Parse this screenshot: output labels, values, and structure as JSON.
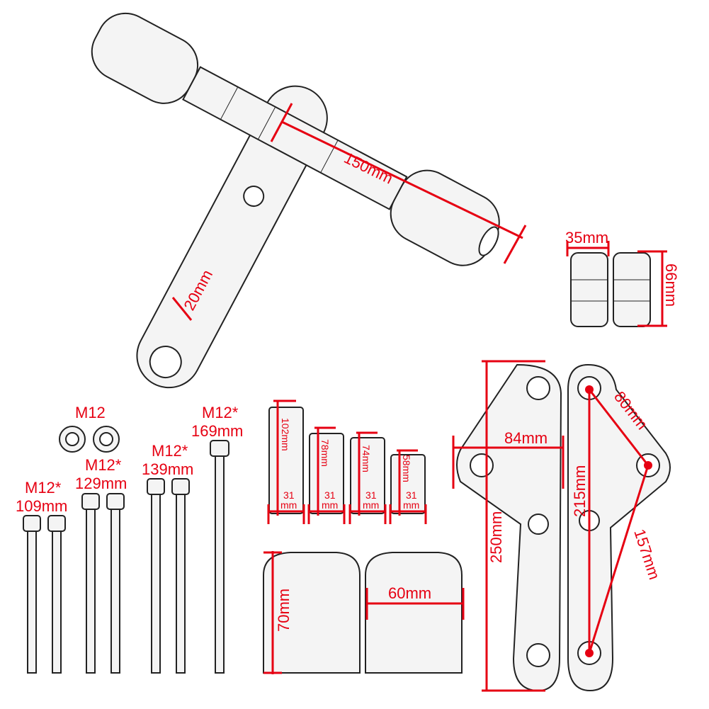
{
  "colors": {
    "dimension": "#e60012",
    "outline": "#222222",
    "fill": "#f4f4f4"
  },
  "main_assembly": {
    "bar_length": "150mm",
    "arm_width": "20mm"
  },
  "end_caps": {
    "diameter": "35mm",
    "length": "66mm"
  },
  "washers": {
    "label": "M12"
  },
  "bolts": [
    {
      "spec": "M12*",
      "length": "109mm"
    },
    {
      "spec": "M12*",
      "length": "129mm"
    },
    {
      "spec": "M12*",
      "length": "139mm"
    },
    {
      "spec": "M12*",
      "length": "169mm"
    }
  ],
  "spacers": [
    {
      "length": "102mm",
      "diameter_value": "31",
      "diameter_unit": "mm"
    },
    {
      "length": "78mm",
      "diameter_value": "31",
      "diameter_unit": "mm"
    },
    {
      "length": "74mm",
      "diameter_value": "31",
      "diameter_unit": "mm"
    },
    {
      "length": "58mm",
      "diameter_value": "31",
      "diameter_unit": "mm"
    }
  ],
  "sliders": {
    "length": "70mm",
    "diameter": "60mm"
  },
  "plates": {
    "height": "250mm",
    "width": "84mm",
    "hole_spacing_a": "80mm",
    "hole_spacing_b": "215mm",
    "hole_spacing_c": "157mm"
  }
}
